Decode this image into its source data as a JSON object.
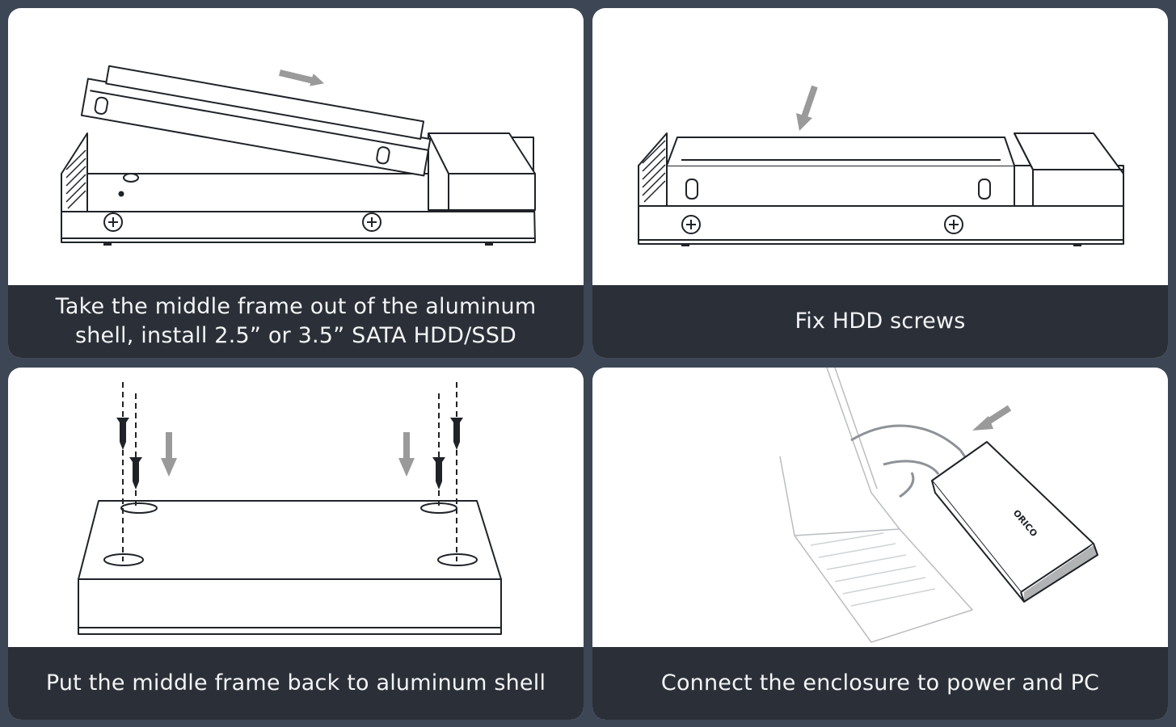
{
  "steps": [
    {
      "caption_lines": [
        "Take the middle frame out of the aluminum",
        "shell, install 2.5”   or 3.5” SATA HDD/SSD"
      ]
    },
    {
      "caption_lines": [
        "Fix HDD screws"
      ]
    },
    {
      "caption_lines": [
        "Put the middle frame back to aluminum shell"
      ]
    },
    {
      "caption_lines": [
        "Connect the enclosure to power and PC"
      ]
    }
  ],
  "device_brand": "ORICO",
  "colors": {
    "background": "#3d4654",
    "panel": "#ffffff",
    "caption_bar": "#2b3038",
    "caption_text": "#f3f4f6",
    "line_art": "#1f2328",
    "arrow": "#9a9a9a"
  },
  "icons": [
    "insert-arrow-icon",
    "screw-icon",
    "down-arrow-icon"
  ]
}
